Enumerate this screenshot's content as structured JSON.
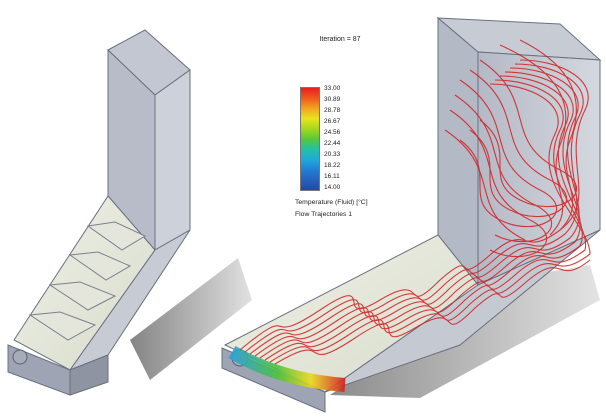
{
  "iteration_label": "Iteration = 87",
  "legend": {
    "title": "Temperature (Fluid) [°C]",
    "subtitle": "Flow Trajectories 1",
    "ticks": [
      "33.00",
      "30.89",
      "28.78",
      "26.67",
      "24.56",
      "22.44",
      "20.33",
      "18.22",
      "16.11",
      "14.00"
    ],
    "colors": {
      "hot": "#e81f1f",
      "cold": "#2747a6",
      "stream": "#d21e1e"
    }
  }
}
